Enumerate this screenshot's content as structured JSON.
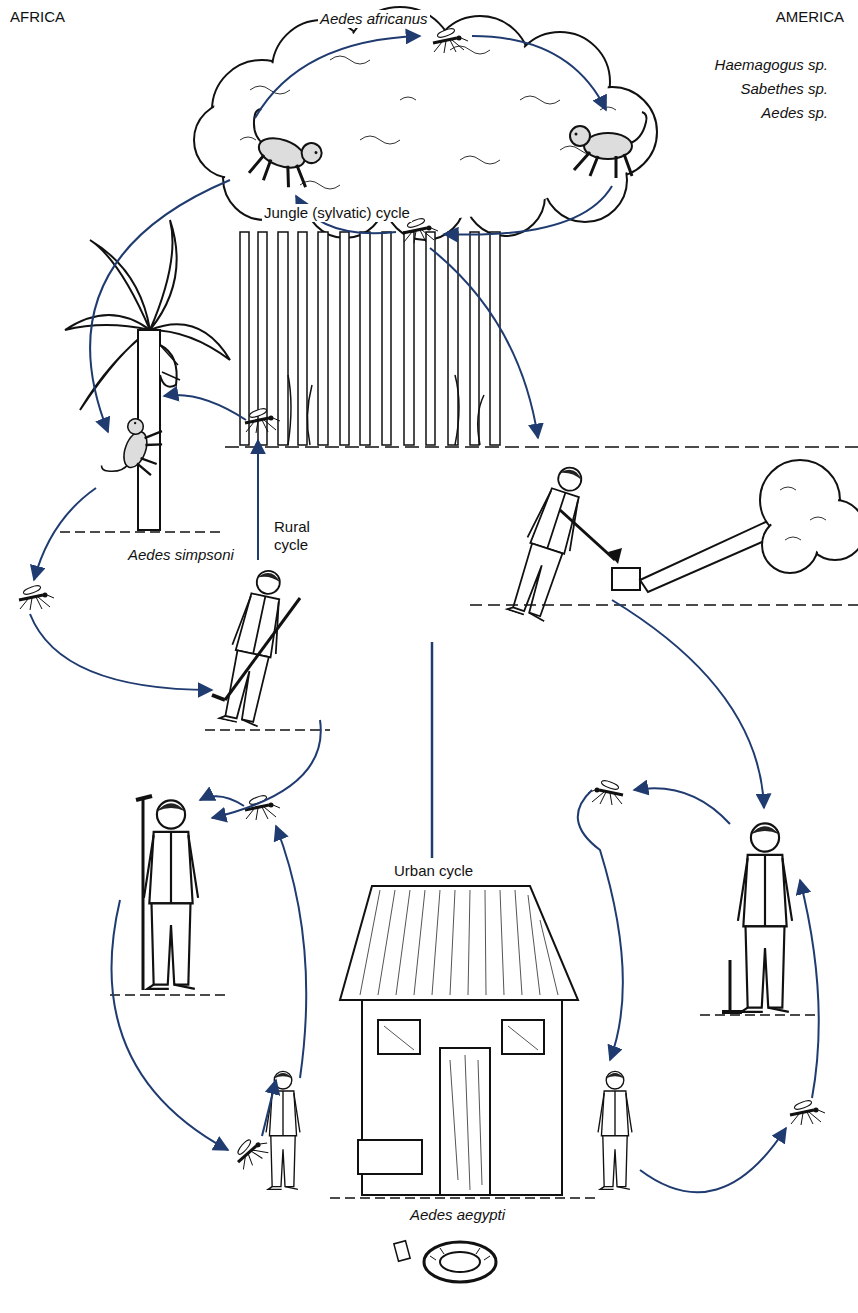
{
  "diagram": {
    "labels": [
      "AFRICA",
      "AMERICA",
      "Aedes africanus",
      "Haemagogus sp.",
      "Sabethes sp.",
      "Aedes sp.",
      "Jungle (sylvatic) cycle",
      "Aedes simpsoni",
      "Rural cycle",
      "Urban cycle",
      "Aedes aegypti"
    ]
  }
}
